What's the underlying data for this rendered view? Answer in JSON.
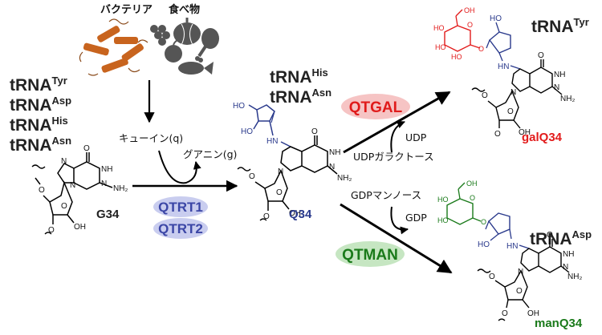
{
  "top_labels": {
    "bacteria": "バクテリア",
    "food": "食べ物"
  },
  "trna_left": [
    {
      "base": "tRNA",
      "sup": "Tyr"
    },
    {
      "base": "tRNA",
      "sup": "Asp"
    },
    {
      "base": "tRNA",
      "sup": "His"
    },
    {
      "base": "tRNA",
      "sup": "Asn"
    }
  ],
  "trna_mid": [
    {
      "base": "tRNA",
      "sup": "His"
    },
    {
      "base": "tRNA",
      "sup": "Asn"
    }
  ],
  "trna_top_right": {
    "base": "tRNA",
    "sup": "Tyr"
  },
  "trna_bottom_right": {
    "base": "tRNA",
    "sup": "Asp"
  },
  "reagents": {
    "queuine": "キューイン(q)",
    "guanine": "グアニン(g)",
    "udp_gal": "UDPガラクトース",
    "udp": "UDP",
    "gdp_man": "GDPマンノース",
    "gdp": "GDP"
  },
  "enzymes": {
    "qtrt1": "QTRT1",
    "qtrt2": "QTRT2",
    "qtgal": "QTGAL",
    "qtman": "QTMAN"
  },
  "compounds": {
    "g34": "G34",
    "q34": "Q34",
    "galq34": "galQ34",
    "manq34": "manQ34"
  },
  "atoms": {
    "N": "N",
    "NH": "NH",
    "NH2": "NH₂",
    "O": "O",
    "OH": "OH",
    "HO": "HO",
    "HN": "HN",
    "H": "H",
    "OMinus": "O"
  },
  "colors": {
    "blue": "#2a3a8c",
    "red": "#e21b1b",
    "green": "#1a7a1a",
    "bacteria_orange": "#c8641e",
    "food_gray": "#555555",
    "enz_blue_bg": "#c9cdef",
    "enz_blue_text": "#3b46a6",
    "enz_red_bg": "#f6c4c4",
    "enz_red_text": "#e01b1b",
    "enz_green_bg": "#c6e6c2",
    "enz_green_text": "#1a7a1a"
  }
}
